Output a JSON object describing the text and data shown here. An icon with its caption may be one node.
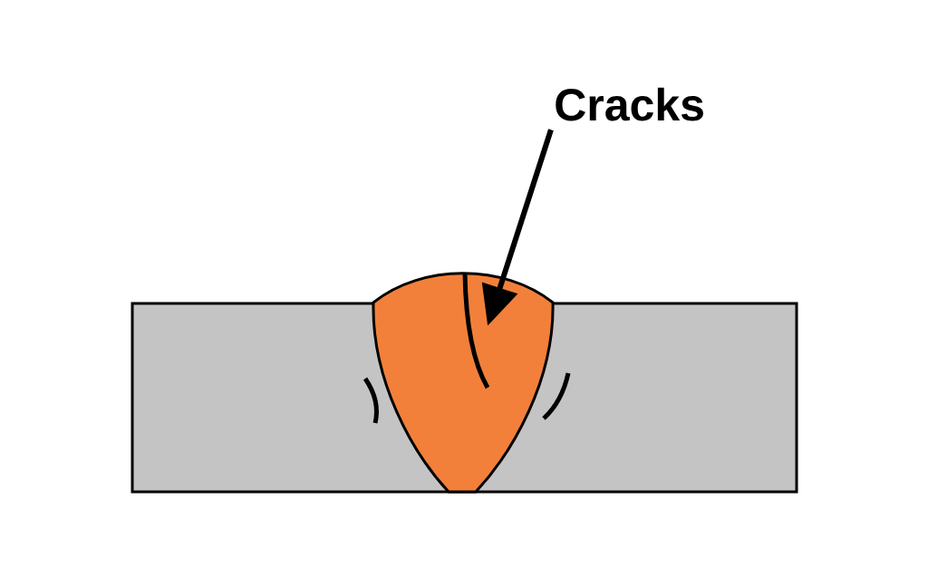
{
  "diagram": {
    "nodes": [
      {
        "text": [
          "Cracks"
        ]
      },
      {
        "text": [],
        "shape": "line"
      }
    ],
    "edges": [
      {
        "from": 0,
        "to": 1,
        "arrow": "to"
      }
    ]
  }
}
